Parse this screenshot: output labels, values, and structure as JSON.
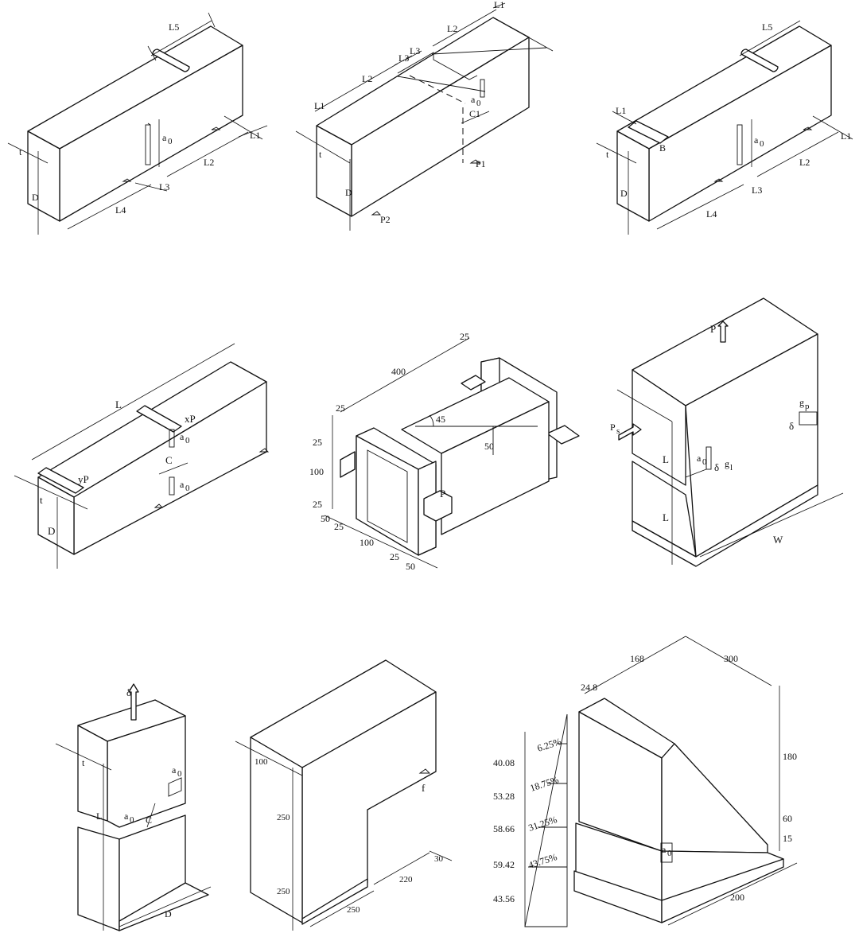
{
  "panels": {
    "p1": {
      "L5": "L5",
      "L1": "L1",
      "a0": "a",
      "a0sub": "0",
      "L2": "L2",
      "L3": "L3",
      "L4": "L4",
      "t": "t",
      "D": "D"
    },
    "p2": {
      "L1a": "L1",
      "L2a": "L2",
      "L3a": "L3",
      "L3b": "L3",
      "L2b": "L2",
      "L1b": "L1",
      "a0": "a",
      "a0sub": "0",
      "C1": "C1",
      "P1": "P1",
      "P2": "P2",
      "t": "t",
      "D": "D"
    },
    "p3": {
      "L5": "L5",
      "L1a": "L1",
      "B": "B",
      "a0": "a",
      "a0sub": "0",
      "L1b": "L1",
      "L2": "L2",
      "L3": "L3",
      "L4": "L4",
      "t": "t",
      "D": "D"
    },
    "p4": {
      "L": "L",
      "xP": "xP",
      "a0a": "a",
      "a0asub": "0",
      "C": "C",
      "a0b": "a",
      "a0bsub": "0",
      "yP": "yP",
      "t": "t",
      "D": "D"
    },
    "p5": {
      "d25a": "25",
      "d400": "400",
      "d25b": "25",
      "d25c": "25",
      "d100a": "100",
      "d25d": "25",
      "d50a": "50",
      "d25e": "25",
      "d100b": "100",
      "d25f": "25",
      "d50b": "50",
      "angle": "45",
      "d50c": "50",
      "P": "P"
    },
    "p6": {
      "P": "P",
      "Ps": "P",
      "Ps_sub": "s",
      "gp": "g",
      "gp_sub": "p",
      "delta1": "δ",
      "L1": "L",
      "a0": "a",
      "a0sub": "0",
      "delta2": "δ",
      "gl": "g",
      "gl_sub": "l",
      "L2": "L",
      "W": "W"
    },
    "p7": {
      "delta": "δ",
      "t": "t",
      "a0a": "a",
      "a0asub": "0",
      "L": "L",
      "a0b": "a",
      "a0bsub": "0",
      "C": "C",
      "D": "D"
    },
    "p8": {
      "d100": "100",
      "d250a": "250",
      "d250b": "250",
      "f": "f",
      "d30": "30",
      "d220": "220",
      "d250c": "250"
    },
    "p9": {
      "d248": "24.8",
      "d168": "168",
      "d300": "300",
      "d180": "180",
      "d60": "60",
      "d15": "15",
      "d200": "200",
      "a0": "a",
      "a0sub": "0",
      "left_values": [
        "40.08",
        "53.28",
        "58.66",
        "59.42",
        "43.56"
      ],
      "percents": [
        "6.25%",
        "18.75%",
        "31.25%",
        "43.75%"
      ]
    }
  }
}
